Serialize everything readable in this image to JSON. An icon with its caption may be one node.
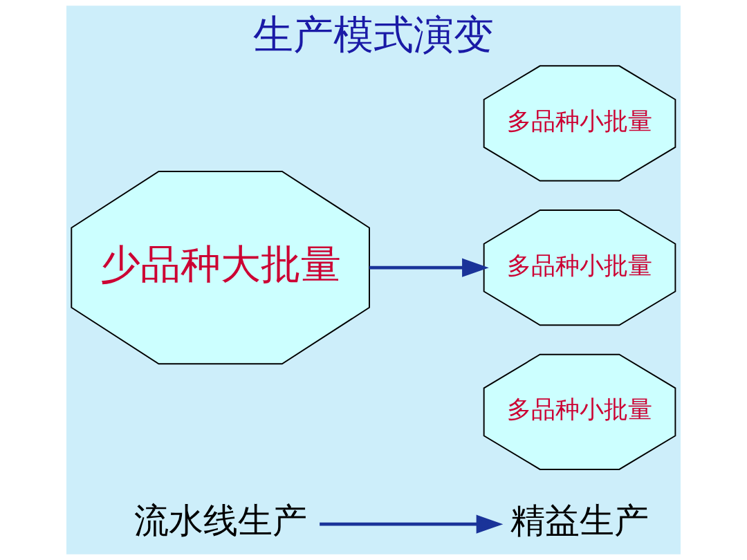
{
  "diagram": {
    "title": "生产模式演变",
    "nodes": [
      {
        "text": [
          "少品种大批量"
        ]
      },
      {
        "text": [
          "多品种小批量"
        ]
      },
      {
        "text": [
          "多品种小批量"
        ]
      },
      {
        "text": [
          "多品种小批量"
        ]
      },
      {
        "text": [
          "流水线生产"
        ]
      },
      {
        "text": [
          "精益生产"
        ]
      }
    ],
    "edges": [
      {
        "from": 0,
        "to": 1,
        "arrow": "to"
      },
      {
        "from": 4,
        "to": 5,
        "arrow": "to"
      }
    ]
  }
}
